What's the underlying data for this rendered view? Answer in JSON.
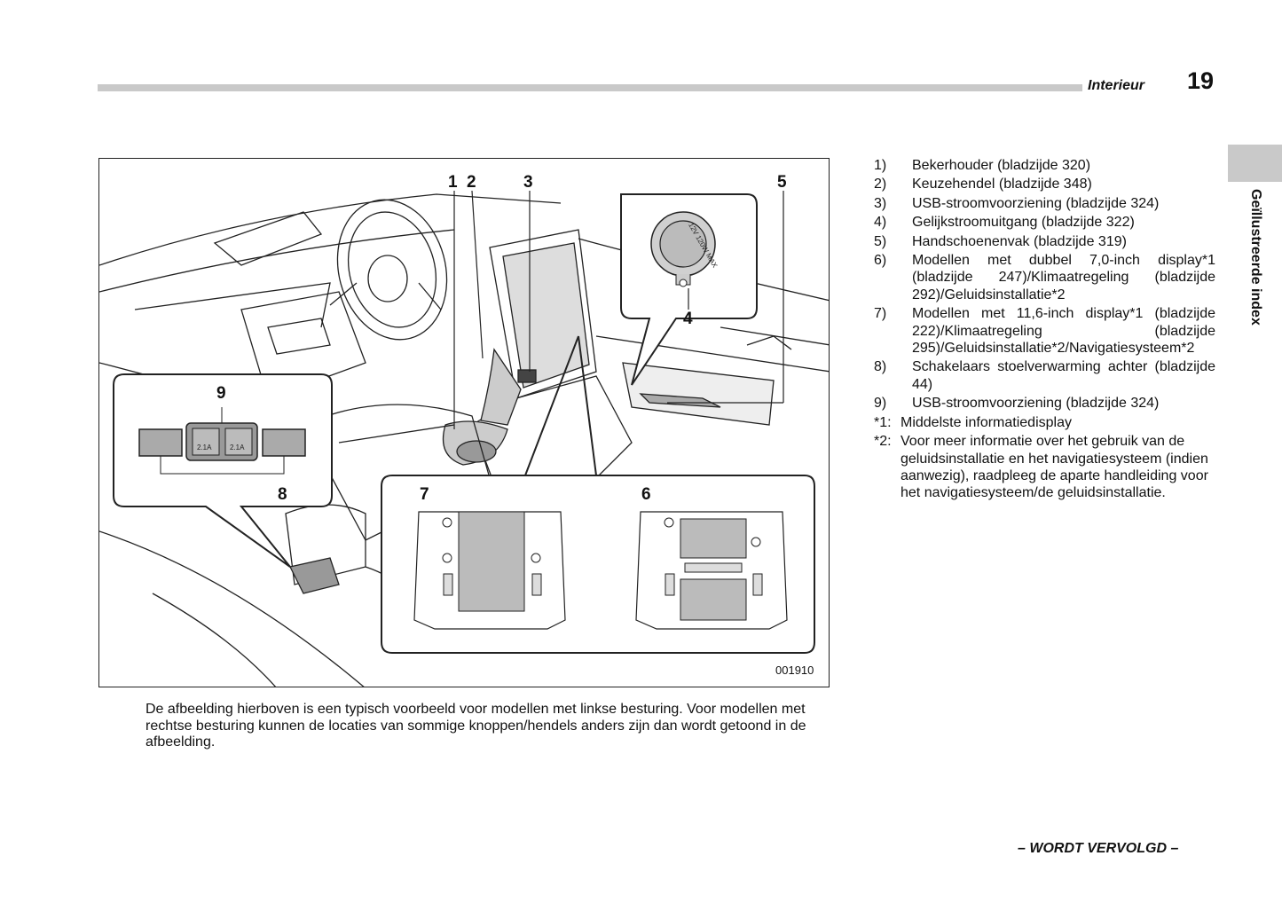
{
  "header": {
    "section": "Interieur",
    "page_number": "19"
  },
  "side_tab": {
    "label": "Geïllustreerde index"
  },
  "figure": {
    "code": "001910",
    "callouts": [
      "1",
      "2",
      "3",
      "4",
      "5",
      "6",
      "7",
      "8",
      "9"
    ],
    "usb_labels": [
      "2.1A",
      "2.1A"
    ],
    "socket_text": "12V 120W MAX"
  },
  "caption": "De afbeelding hierboven is een typisch voorbeeld voor modellen met linkse besturing. Voor modellen met rechtse besturing kunnen de locaties van sommige knoppen/hendels anders zijn dan wordt getoond in de afbeelding.",
  "legend": {
    "items": [
      {
        "num": "1)",
        "text": "Bekerhouder (bladzijde 320)"
      },
      {
        "num": "2)",
        "text": "Keuzehendel (bladzijde 348)"
      },
      {
        "num": "3)",
        "text": "USB-stroomvoorziening (bladzijde 324)"
      },
      {
        "num": "4)",
        "text": "Gelijkstroomuitgang (bladzijde 322)"
      },
      {
        "num": "5)",
        "text": "Handschoenenvak (bladzijde 319)"
      },
      {
        "num": "6)",
        "text": "Modellen met dubbel 7,0-inch display*1 (bladzijde 247)/Klimaatregeling (bladzijde 292)/Geluidsinstallatie*2"
      },
      {
        "num": "7)",
        "text": "Modellen met 11,6-inch display*1 (bladzijde 222)/Klimaatregeling (bladzijde 295)/Geluidsinstallatie*2/Navigatiesysteem*2"
      },
      {
        "num": "8)",
        "text": "Schakelaars stoelverwarming achter (bladzijde 44)"
      },
      {
        "num": "9)",
        "text": "USB-stroomvoorziening (bladzijde 324)"
      }
    ],
    "notes": [
      {
        "num": "*1:",
        "text": "Middelste informatiedisplay"
      },
      {
        "num": "*2:",
        "text": "Voor meer informatie over het gebruik van de geluidsinstallatie en het navigatiesysteem (indien aanwezig), raadpleeg de aparte handleiding voor het navigatiesysteem/de geluidsinstallatie."
      }
    ]
  },
  "footer": {
    "continued": "– WORDT VERVOLGD –"
  }
}
